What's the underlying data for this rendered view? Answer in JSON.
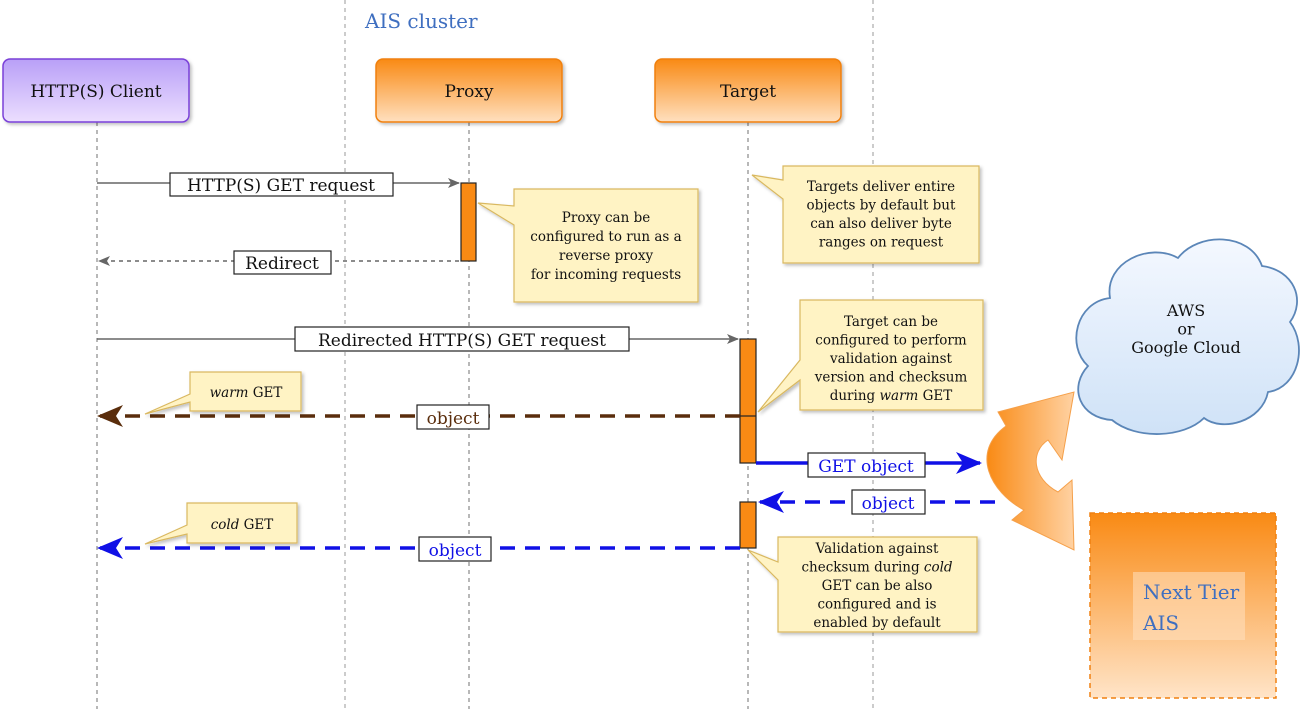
{
  "cluster_label": "AIS cluster",
  "actors": {
    "client": "HTTP(S) Client",
    "proxy": "Proxy",
    "target": "Target"
  },
  "messages": {
    "get_request": "HTTP(S) GET request",
    "redirect": "Redirect",
    "redirected_request": "Redirected HTTP(S) GET request",
    "warm_object": "object",
    "get_object": "GET object",
    "backend_object": "object",
    "cold_object": "object"
  },
  "notes": {
    "proxy": [
      "Proxy can be",
      "configured to run as a",
      "reverse proxy",
      "for incoming requests"
    ],
    "target_delivery": [
      "Targets deliver entire",
      "objects by default but",
      "can also deliver byte",
      "ranges on request"
    ],
    "target_validation": [
      [
        {
          "text": "Target can be",
          "italic": false
        }
      ],
      [
        {
          "text": "configured to perform",
          "italic": false
        }
      ],
      [
        {
          "text": "validation against",
          "italic": false
        }
      ],
      [
        {
          "text": "version and checksum",
          "italic": false
        }
      ],
      [
        {
          "text": "during ",
          "italic": false
        },
        {
          "text": "warm",
          "italic": true
        },
        {
          "text": " GET",
          "italic": false
        }
      ]
    ],
    "warm": [
      {
        "text": "warm",
        "italic": true
      },
      {
        "text": " GET",
        "italic": false
      }
    ],
    "cold": [
      {
        "text": "cold",
        "italic": true
      },
      {
        "text": " GET",
        "italic": false
      }
    ],
    "cold_validation": [
      [
        {
          "text": "Validation against",
          "italic": false
        }
      ],
      [
        {
          "text": "checksum during ",
          "italic": false
        },
        {
          "text": "cold",
          "italic": true
        }
      ],
      [
        {
          "text": "GET can be also",
          "italic": false
        }
      ],
      [
        {
          "text": "configured and is",
          "italic": false
        }
      ],
      [
        {
          "text": "enabled by default",
          "italic": false
        }
      ]
    ]
  },
  "cloud": [
    "AWS",
    "or",
    "Google Cloud"
  ],
  "next_tier": [
    "Next Tier",
    "AIS"
  ],
  "colors": {
    "actor_orange": "#f7901e",
    "client_purple": "#c9b6f7",
    "note_fill": "#fff3c4",
    "note_stroke": "#d9b860",
    "warm_arrow": "#5a2d0c",
    "blue_arrow": "#1010e6",
    "accent_text": "#3f6fc0"
  }
}
